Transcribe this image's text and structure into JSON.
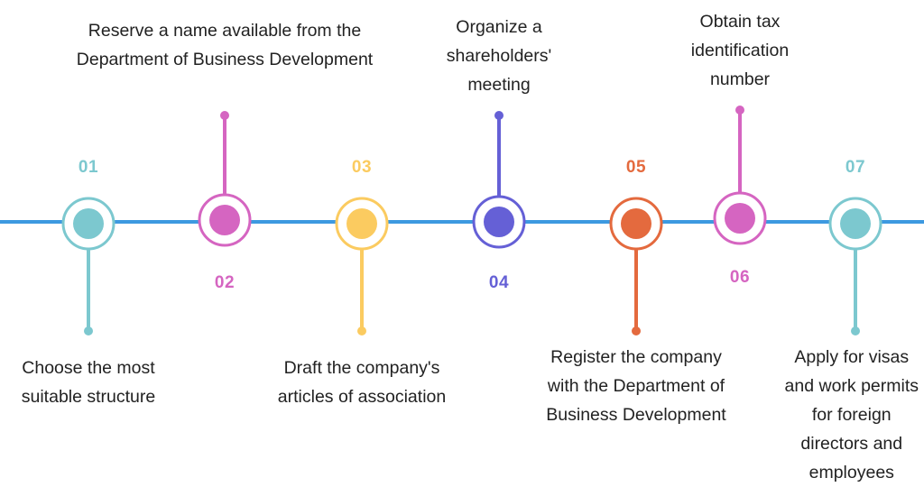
{
  "colors": {
    "axis": "#3d99e0",
    "teal": "#7cc8cf",
    "pink": "#d565c1",
    "yellow": "#fbcb60",
    "indigo": "#6560d6",
    "orange": "#e46a3e"
  },
  "steps": [
    {
      "number": "01",
      "color": "#7cc8cf",
      "description": [
        "Choose the most",
        "suitable structure"
      ]
    },
    {
      "number": "02",
      "color": "#d565c1",
      "description": [
        "Reserve a name available from the",
        "Department of Business Development"
      ]
    },
    {
      "number": "03",
      "color": "#fbcb60",
      "description": [
        "Draft the company's",
        "articles of association"
      ]
    },
    {
      "number": "04",
      "color": "#6560d6",
      "description": [
        "Organize a",
        "shareholders'",
        "meeting"
      ]
    },
    {
      "number": "05",
      "color": "#e46a3e",
      "description": [
        "Register the company",
        "with the Department of",
        "Business Development"
      ]
    },
    {
      "number": "06",
      "color": "#d565c1",
      "description": [
        "Obtain tax",
        "identification",
        "number"
      ]
    },
    {
      "number": "07",
      "color": "#7cc8cf",
      "description": [
        "Apply for visas",
        "and work permits",
        "for foreign",
        "directors and",
        "employees"
      ]
    }
  ]
}
